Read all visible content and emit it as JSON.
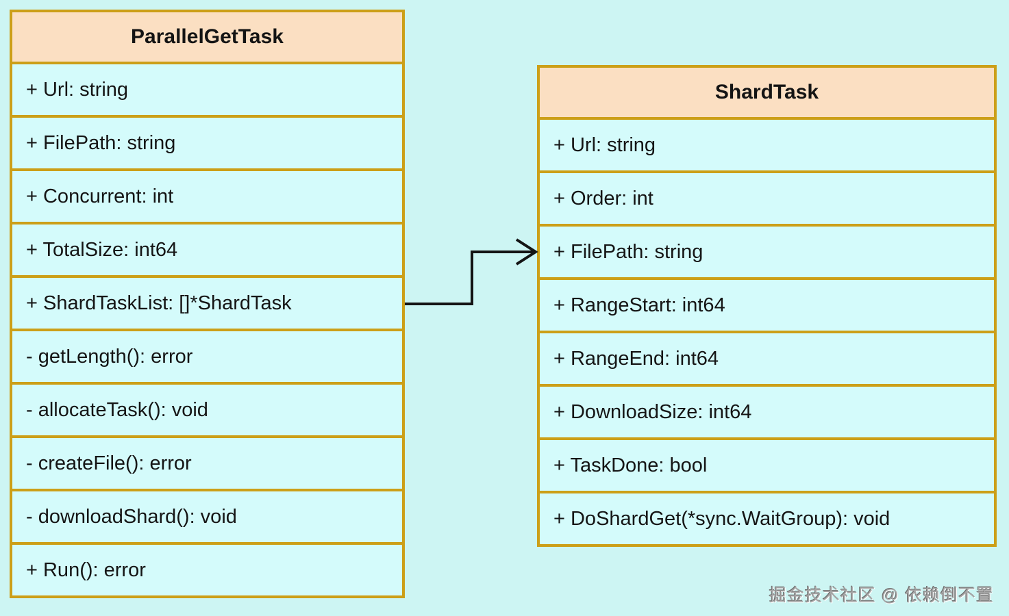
{
  "diagram": {
    "colors": {
      "background": "#cdf5f3",
      "cell_fill": "#d4fbfb",
      "header_fill": "#fbdfc2",
      "border": "#cc9f18",
      "arrow": "#141414"
    },
    "classes": [
      {
        "name": "ParallelGetTask",
        "members": [
          "+ Url: string",
          "+ FilePath: string",
          "+ Concurrent: int",
          "+ TotalSize: int64",
          "+ ShardTaskList: []*ShardTask",
          "- getLength(): error",
          "- allocateTask(): void",
          "- createFile(): error",
          "- downloadShard(): void",
          "+ Run(): error"
        ]
      },
      {
        "name": "ShardTask",
        "members": [
          "+ Url: string",
          "+ Order: int",
          "+ FilePath: string",
          "+ RangeStart: int64",
          "+ RangeEnd: int64",
          "+ DownloadSize: int64",
          "+ TaskDone: bool",
          "+ DoShardGet(*sync.WaitGroup): void"
        ]
      }
    ],
    "watermark": "掘金技术社区 @ 依赖倒不置"
  }
}
